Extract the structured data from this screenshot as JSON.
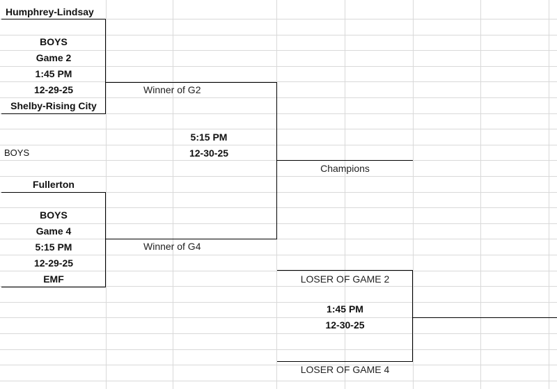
{
  "bracket": {
    "game2": {
      "team_top": "Humphrey-Lindsay",
      "division": "BOYS",
      "game_label": "Game 2",
      "time": "1:45 PM",
      "date": "12-29-25",
      "team_bottom": "Shelby-Rising City"
    },
    "side_label": "BOYS",
    "game4": {
      "team_top": "Fullerton",
      "division": "BOYS",
      "game_label": "Game 4",
      "time": "5:15 PM",
      "date": "12-29-25",
      "team_bottom": "EMF"
    },
    "final": {
      "top_slot": "Winner of G2",
      "time": "5:15 PM",
      "date": "12-30-25",
      "bottom_slot": "Winner of G4",
      "result": "Champions"
    },
    "consolation": {
      "top_slot": "LOSER OF GAME 2",
      "time": "1:45 PM",
      "date": "12-30-25",
      "bottom_slot": "LOSER OF GAME 4"
    }
  },
  "colors": {
    "gridline": "#d9d9d9",
    "line": "#000000"
  }
}
